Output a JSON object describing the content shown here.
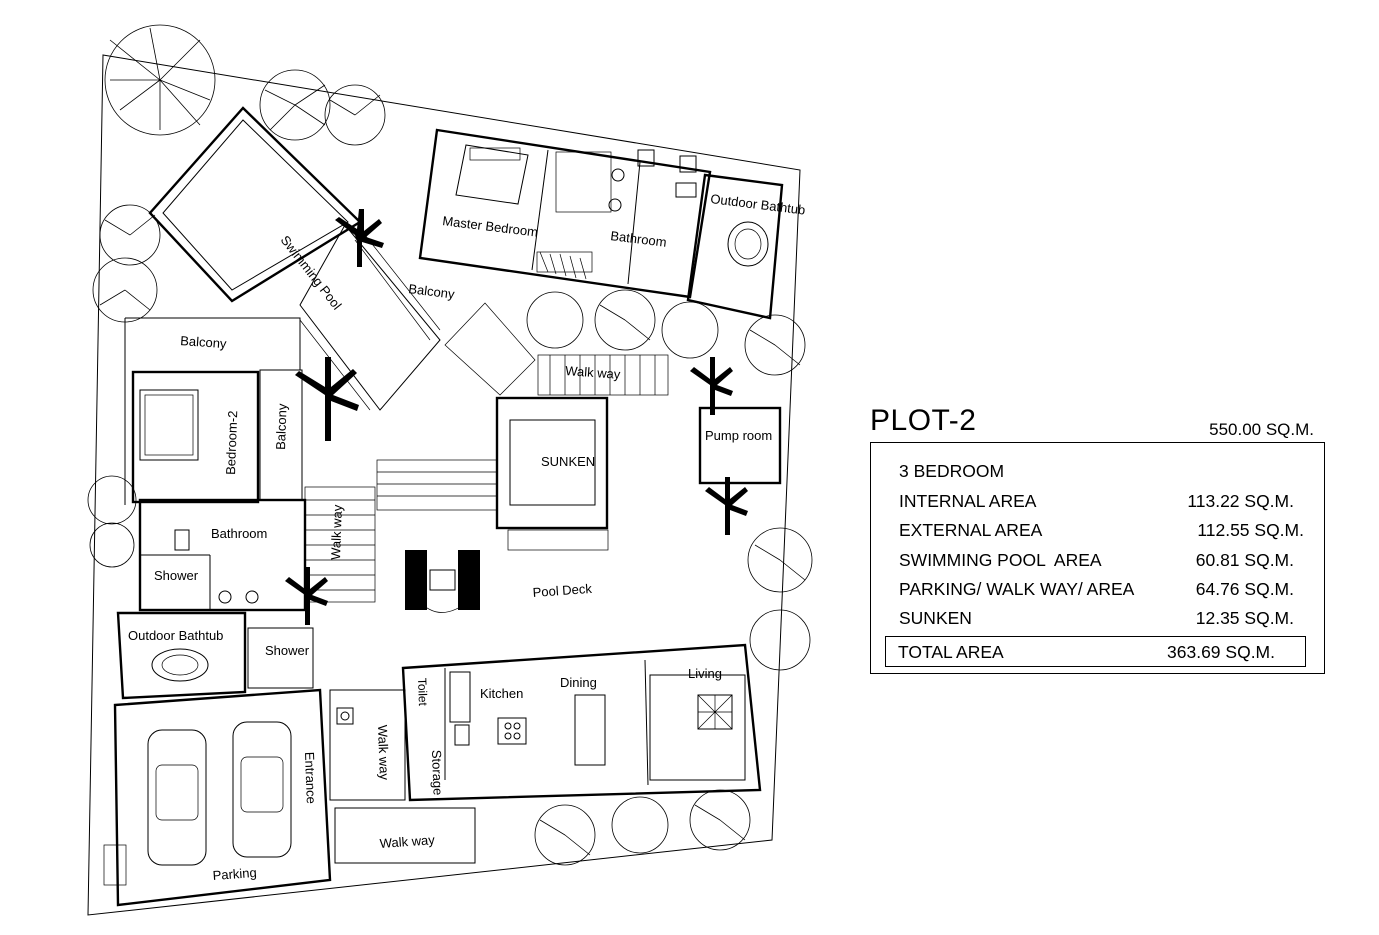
{
  "plan": {
    "rooms": {
      "master_bedroom": "Master Bedroom",
      "bathroom_master": "Bathroom",
      "outdoor_bathtub_master": "Outdoor Bathtub",
      "swimming_pool": "Swimming Pool",
      "balcony_top": "Balcony",
      "balcony_left": "Balcony",
      "balcony_vertical": "Balcony",
      "bedroom_2": "Bedroom-2",
      "bathroom_2": "Bathroom",
      "shower_1": "Shower",
      "shower_2": "Shower",
      "outdoor_bathtub_2": "Outdoor Bathtub",
      "walk_way_top": "Walk way",
      "walk_way_mid": "Walk way",
      "walk_way_left": "Walk way",
      "walk_way_bottom": "Walk way",
      "pump_room": "Pump room",
      "sunken": "SUNKEN",
      "pool_deck": "Pool Deck",
      "kitchen": "Kitchen",
      "dining": "Dining",
      "living": "Living",
      "toilet": "Toilet",
      "storage": "Storage",
      "entrance": "Entrance",
      "parking": "Parking"
    }
  },
  "summary": {
    "title": "PLOT-2",
    "plot_area": "550.00 SQ.M.",
    "rows": [
      {
        "label": "3 BEDROOM",
        "value": ""
      },
      {
        "label": "INTERNAL AREA",
        "value": "113.22 SQ.M."
      },
      {
        "label": "EXTERNAL AREA",
        "value": "112.55 SQ.M."
      },
      {
        "label": "SWIMMING POOL  AREA",
        "value": "60.81 SQ.M."
      },
      {
        "label": "PARKING/ WALK WAY/ AREA",
        "value": "64.76 SQ.M."
      },
      {
        "label": "SUNKEN",
        "value": "12.35 SQ.M."
      }
    ],
    "total": {
      "label": "TOTAL AREA",
      "value": "363.69 SQ.M."
    }
  }
}
